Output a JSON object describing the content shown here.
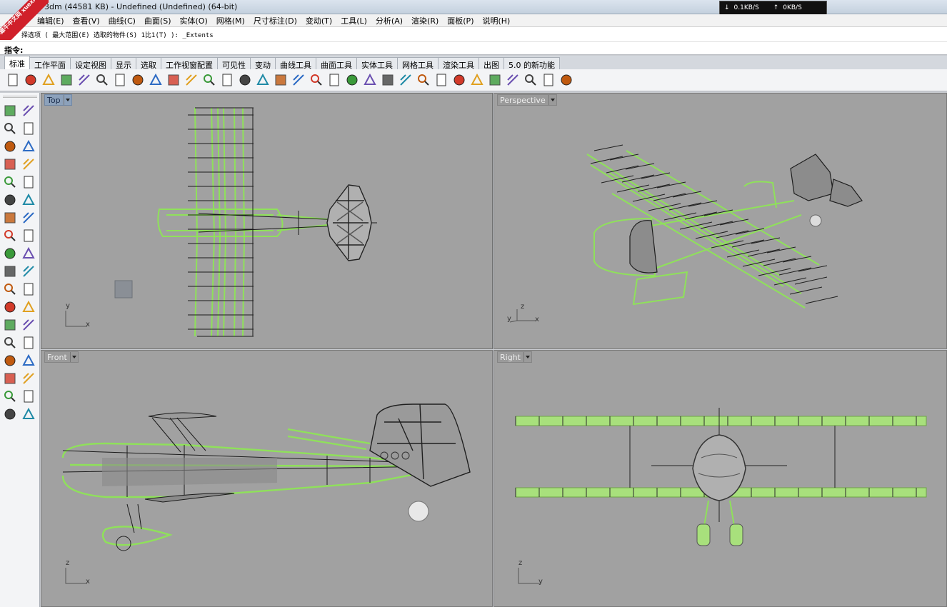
{
  "window": {
    "title": "3dm (44581 KB) - Undefined (Undefined) (64-bit)",
    "watermark": "学犀牛中文网 xuexiniu"
  },
  "netspeed": {
    "down": "0.1KB/S",
    "up": "0KB/S"
  },
  "menu": [
    "编辑(E)",
    "查看(V)",
    "曲线(C)",
    "曲面(S)",
    "实体(O)",
    "网格(M)",
    "尺寸标注(D)",
    "变动(T)",
    "工具(L)",
    "分析(A)",
    "渲染(R)",
    "面板(P)",
    "说明(H)"
  ],
  "command": {
    "history": "择选项 ( 最大范围(E)  选取的物件(S)  1比1(T) ): _Extents",
    "prompt": "指令:",
    "value": ""
  },
  "tabs": [
    "标准",
    "工作平面",
    "设定视图",
    "显示",
    "选取",
    "工作视窗配置",
    "可见性",
    "变动",
    "曲线工具",
    "曲面工具",
    "实体工具",
    "网格工具",
    "渲染工具",
    "出图",
    "5.0 的新功能"
  ],
  "active_tab": "标准",
  "toolbar_icons": [
    "new-icon",
    "open-icon",
    "save-icon",
    "print-icon",
    "import-icon",
    "cut-icon",
    "copy-icon",
    "paste-icon",
    "undo-icon",
    "pan-icon",
    "rotate-view-icon",
    "zoom-icon",
    "zoom-window-icon",
    "zoom-extents-icon",
    "zoom-selected-icon",
    "rotate-camera-icon",
    "four-viewports-icon",
    "car-icon",
    "osnap-icon",
    "gumball-icon",
    "select-filter-icon",
    "light-icon",
    "lock-icon",
    "material-icon",
    "color-wheel-icon",
    "sphere-shade-icon",
    "render-sphere-icon",
    "blue-sphere-icon",
    "options-icon",
    "gears-icon",
    "history-icon",
    "help-icon"
  ],
  "left_icons": [
    "select-arrow-icon",
    "point-icon",
    "polyline-icon",
    "control-curve-icon",
    "circle-icon",
    "ellipse-icon",
    "polygon-icon",
    "rectangle-icon",
    "arc-icon",
    "fillet-curve-icon",
    "surface-corner-icon",
    "surface-extrude-icon",
    "box-icon",
    "boolean-union-icon",
    "cylinder-icon",
    "surface-plane-icon",
    "explode-icon",
    "split-icon",
    "move-icon",
    "copy-plane-icon",
    "sweep-icon",
    "group-icon",
    "offset-icon",
    "blend-icon",
    "text-icon",
    "dimension-icon",
    "array-icon",
    "transform-icon",
    "solid-shade-icon",
    "grid-icon",
    "mesh-grid-icon",
    "block-icon",
    "analyze-icon",
    "check-icon",
    "render-object-icon",
    "paint-icon"
  ],
  "viewports": {
    "top": {
      "name": "Top",
      "axes": [
        "y",
        "x"
      ]
    },
    "perspective": {
      "name": "Perspective",
      "axes": [
        "z",
        "y",
        "x"
      ]
    },
    "front": {
      "name": "Front",
      "axes": [
        "z",
        "x"
      ]
    },
    "right": {
      "name": "Right",
      "axes": [
        "z",
        "y"
      ]
    }
  },
  "colors": {
    "viewport_bg": "#a1a1a1",
    "selected_wire": "#8fe15a",
    "wire": "#1a1a1a",
    "active_tab": "#8ca1bb"
  }
}
